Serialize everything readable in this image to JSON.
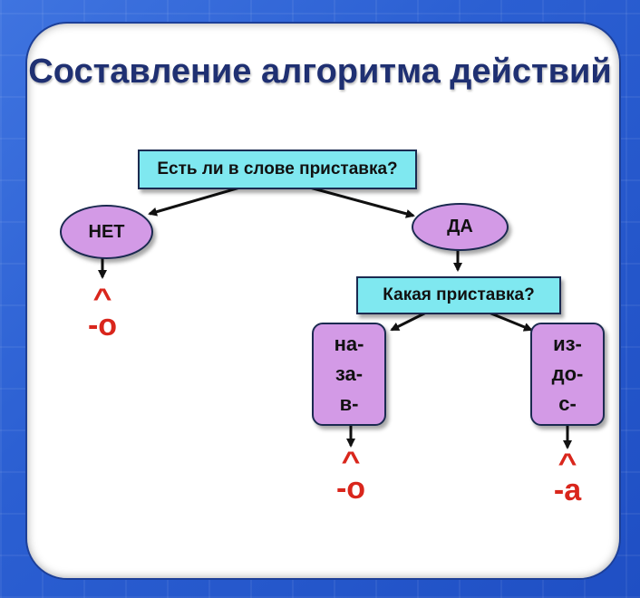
{
  "title": "Составление алгоритма действий",
  "nodes": {
    "question_prefix": "Есть ли в слове приставка?",
    "answer_no": "НЕТ",
    "answer_yes": "ДА",
    "question_which": "Какая приставка?",
    "group_left": [
      "на-",
      "за-",
      "в-"
    ],
    "group_right": [
      "из-",
      "до-",
      "с-"
    ]
  },
  "results": {
    "no_prefix": {
      "hat": "^",
      "letter": "-о"
    },
    "left_group": {
      "hat": "^",
      "letter": "-о"
    },
    "right_group": {
      "hat": "^",
      "letter": "-а"
    }
  },
  "colors": {
    "question_fill": "#7fe8f0",
    "answer_fill": "#d39ae6",
    "result_text": "#d9261c",
    "title_text": "#1f3072"
  }
}
